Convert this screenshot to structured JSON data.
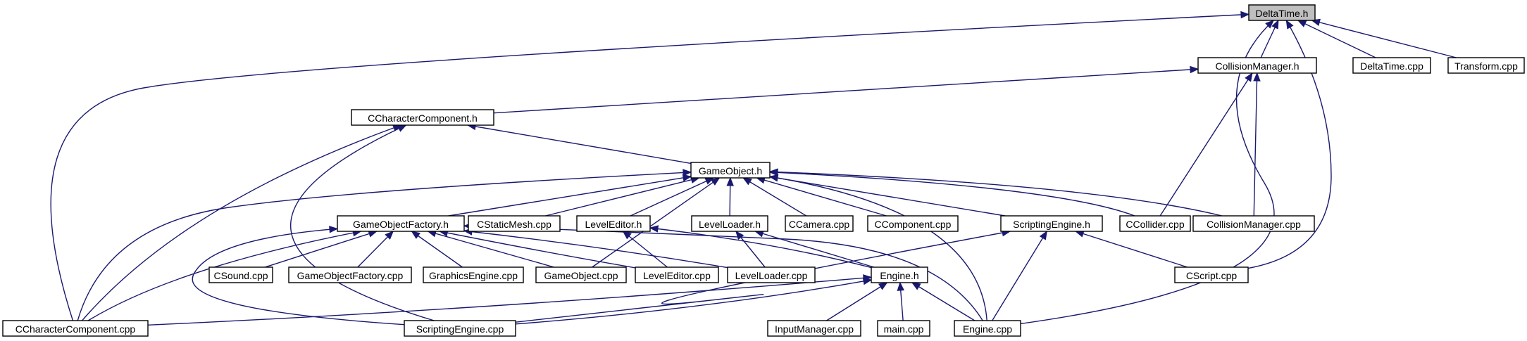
{
  "graph": {
    "colors": {
      "edge": "#191970",
      "root_fill": "#bfbfbf",
      "node_fill": "#ffffff",
      "node_border": "#000000"
    },
    "nodes": [
      {
        "id": "deltatime_h",
        "label": "DeltaTime.h"
      },
      {
        "id": "collisionmanager_h",
        "label": "CollisionManager.h"
      },
      {
        "id": "deltatime_cpp",
        "label": "DeltaTime.cpp"
      },
      {
        "id": "transform_cpp",
        "label": "Transform.cpp"
      },
      {
        "id": "ccharactercomponent_h",
        "label": "CCharacterComponent.h"
      },
      {
        "id": "gameobject_h",
        "label": "GameObject.h"
      },
      {
        "id": "gameobjectfactory_h",
        "label": "GameObjectFactory.h"
      },
      {
        "id": "cstaticmesh_cpp",
        "label": "CStaticMesh.cpp"
      },
      {
        "id": "leveleditor_h",
        "label": "LevelEditor.h"
      },
      {
        "id": "levelloader_h",
        "label": "LevelLoader.h"
      },
      {
        "id": "ccamera_cpp",
        "label": "CCamera.cpp"
      },
      {
        "id": "ccomponent_cpp",
        "label": "CComponent.cpp"
      },
      {
        "id": "scriptingengine_h",
        "label": "ScriptingEngine.h"
      },
      {
        "id": "ccollider_cpp",
        "label": "CCollider.cpp"
      },
      {
        "id": "collisionmanager_cpp",
        "label": "CollisionManager.cpp"
      },
      {
        "id": "csound_cpp",
        "label": "CSound.cpp"
      },
      {
        "id": "gameobjectfactory_cpp",
        "label": "GameObjectFactory.cpp"
      },
      {
        "id": "graphicsengine_cpp",
        "label": "GraphicsEngine.cpp"
      },
      {
        "id": "gameobject_cpp",
        "label": "GameObject.cpp"
      },
      {
        "id": "leveleditor_cpp",
        "label": "LevelEditor.cpp"
      },
      {
        "id": "levelloader_cpp",
        "label": "LevelLoader.cpp"
      },
      {
        "id": "engine_h",
        "label": "Engine.h"
      },
      {
        "id": "cscript_cpp",
        "label": "CScript.cpp"
      },
      {
        "id": "ccharactercomponent_cpp",
        "label": "CCharacterComponent.cpp"
      },
      {
        "id": "scriptingengine_cpp",
        "label": "ScriptingEngine.cpp"
      },
      {
        "id": "inputmanager_cpp",
        "label": "InputManager.cpp"
      },
      {
        "id": "main_cpp",
        "label": "main.cpp"
      },
      {
        "id": "engine_cpp",
        "label": "Engine.cpp"
      }
    ],
    "edges": [
      {
        "from": "collisionmanager_h",
        "to": "deltatime_h"
      },
      {
        "from": "deltatime_cpp",
        "to": "deltatime_h"
      },
      {
        "from": "transform_cpp",
        "to": "deltatime_h"
      },
      {
        "from": "ccharactercomponent_cpp",
        "to": "deltatime_h"
      },
      {
        "from": "cscript_cpp",
        "to": "deltatime_h"
      },
      {
        "from": "engine_cpp",
        "to": "deltatime_h"
      },
      {
        "from": "ccharactercomponent_h",
        "to": "collisionmanager_h"
      },
      {
        "from": "ccollider_cpp",
        "to": "collisionmanager_h"
      },
      {
        "from": "collisionmanager_cpp",
        "to": "collisionmanager_h"
      },
      {
        "from": "gameobject_h",
        "to": "ccharactercomponent_h"
      },
      {
        "from": "ccharactercomponent_cpp",
        "to": "ccharactercomponent_h"
      },
      {
        "from": "scriptingengine_cpp",
        "to": "ccharactercomponent_h"
      },
      {
        "from": "gameobjectfactory_h",
        "to": "gameobject_h"
      },
      {
        "from": "cstaticmesh_cpp",
        "to": "gameobject_h"
      },
      {
        "from": "leveleditor_h",
        "to": "gameobject_h"
      },
      {
        "from": "levelloader_h",
        "to": "gameobject_h"
      },
      {
        "from": "ccamera_cpp",
        "to": "gameobject_h"
      },
      {
        "from": "ccomponent_cpp",
        "to": "gameobject_h"
      },
      {
        "from": "scriptingengine_h",
        "to": "gameobject_h"
      },
      {
        "from": "ccollider_cpp",
        "to": "gameobject_h"
      },
      {
        "from": "collisionmanager_cpp",
        "to": "gameobject_h"
      },
      {
        "from": "gameobject_cpp",
        "to": "gameobject_h"
      },
      {
        "from": "engine_cpp",
        "to": "gameobject_h"
      },
      {
        "from": "ccharactercomponent_cpp",
        "to": "gameobject_h"
      },
      {
        "from": "csound_cpp",
        "to": "gameobjectfactory_h"
      },
      {
        "from": "gameobjectfactory_cpp",
        "to": "gameobjectfactory_h"
      },
      {
        "from": "graphicsengine_cpp",
        "to": "gameobjectfactory_h"
      },
      {
        "from": "gameobject_cpp",
        "to": "gameobjectfactory_h"
      },
      {
        "from": "leveleditor_cpp",
        "to": "gameobjectfactory_h"
      },
      {
        "from": "levelloader_cpp",
        "to": "gameobjectfactory_h"
      },
      {
        "from": "engine_cpp",
        "to": "gameobjectfactory_h"
      },
      {
        "from": "ccharactercomponent_cpp",
        "to": "gameobjectfactory_h"
      },
      {
        "from": "scriptingengine_cpp",
        "to": "gameobjectfactory_h"
      },
      {
        "from": "leveleditor_cpp",
        "to": "leveleditor_h"
      },
      {
        "from": "engine_h",
        "to": "leveleditor_h"
      },
      {
        "from": "levelloader_cpp",
        "to": "levelloader_h"
      },
      {
        "from": "engine_h",
        "to": "levelloader_h"
      },
      {
        "from": "engine_cpp",
        "to": "scriptingengine_h"
      },
      {
        "from": "cscript_cpp",
        "to": "scriptingengine_h"
      },
      {
        "from": "scriptingengine_cpp",
        "to": "scriptingengine_h"
      },
      {
        "from": "inputmanager_cpp",
        "to": "engine_h"
      },
      {
        "from": "main_cpp",
        "to": "engine_h"
      },
      {
        "from": "engine_cpp",
        "to": "engine_h"
      },
      {
        "from": "scriptingengine_cpp",
        "to": "engine_h"
      },
      {
        "from": "ccharactercomponent_cpp",
        "to": "engine_h"
      }
    ]
  }
}
